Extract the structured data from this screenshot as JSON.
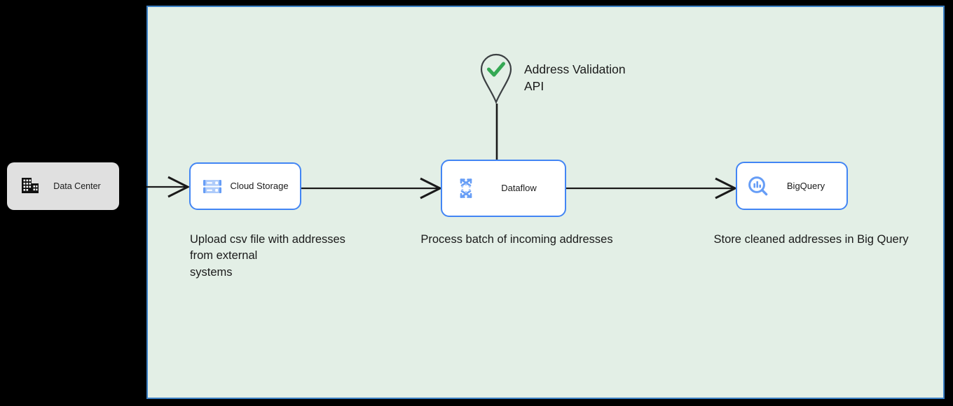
{
  "canvas": {
    "background_color": "#e3efe6",
    "border_color": "#3a7fc4",
    "page_background": "#000000"
  },
  "nodes": [
    {
      "id": "data-center",
      "label": "Data Center",
      "icon": "building-icon",
      "style": "grey-box",
      "fill": "#e0e0e0"
    },
    {
      "id": "cloud-storage",
      "label": "Cloud Storage",
      "icon": "cloud-storage-icon",
      "style": "white-box",
      "fill": "#ffffff",
      "border": "#4285f4"
    },
    {
      "id": "dataflow",
      "label": "Dataflow",
      "icon": "dataflow-icon",
      "style": "white-box",
      "fill": "#ffffff",
      "border": "#4285f4"
    },
    {
      "id": "bigquery",
      "label": "BigQuery",
      "icon": "bigquery-icon",
      "style": "white-box",
      "fill": "#ffffff",
      "border": "#4285f4"
    }
  ],
  "external": {
    "api": {
      "label": "Address Validation\nAPI",
      "icon": "map-pin-check-icon",
      "check_color": "#34a853",
      "pin_color": "#3c4043"
    }
  },
  "captions": {
    "cloud_storage": "Upload csv file with addresses\nfrom external\nsystems",
    "dataflow": "Process batch of incoming addresses",
    "bigquery": "Store cleaned addresses in Big Query"
  },
  "connectors": [
    {
      "id": "datacenter-to-storage",
      "from": "data-center",
      "to": "cloud-storage",
      "arrow": true
    },
    {
      "id": "storage-to-dataflow",
      "from": "cloud-storage",
      "to": "dataflow",
      "arrow": true
    },
    {
      "id": "dataflow-to-bigquery",
      "from": "dataflow",
      "to": "bigquery",
      "arrow": true
    },
    {
      "id": "api-to-dataflow",
      "from": "address-validation-api",
      "to": "dataflow",
      "arrow": false
    }
  ]
}
